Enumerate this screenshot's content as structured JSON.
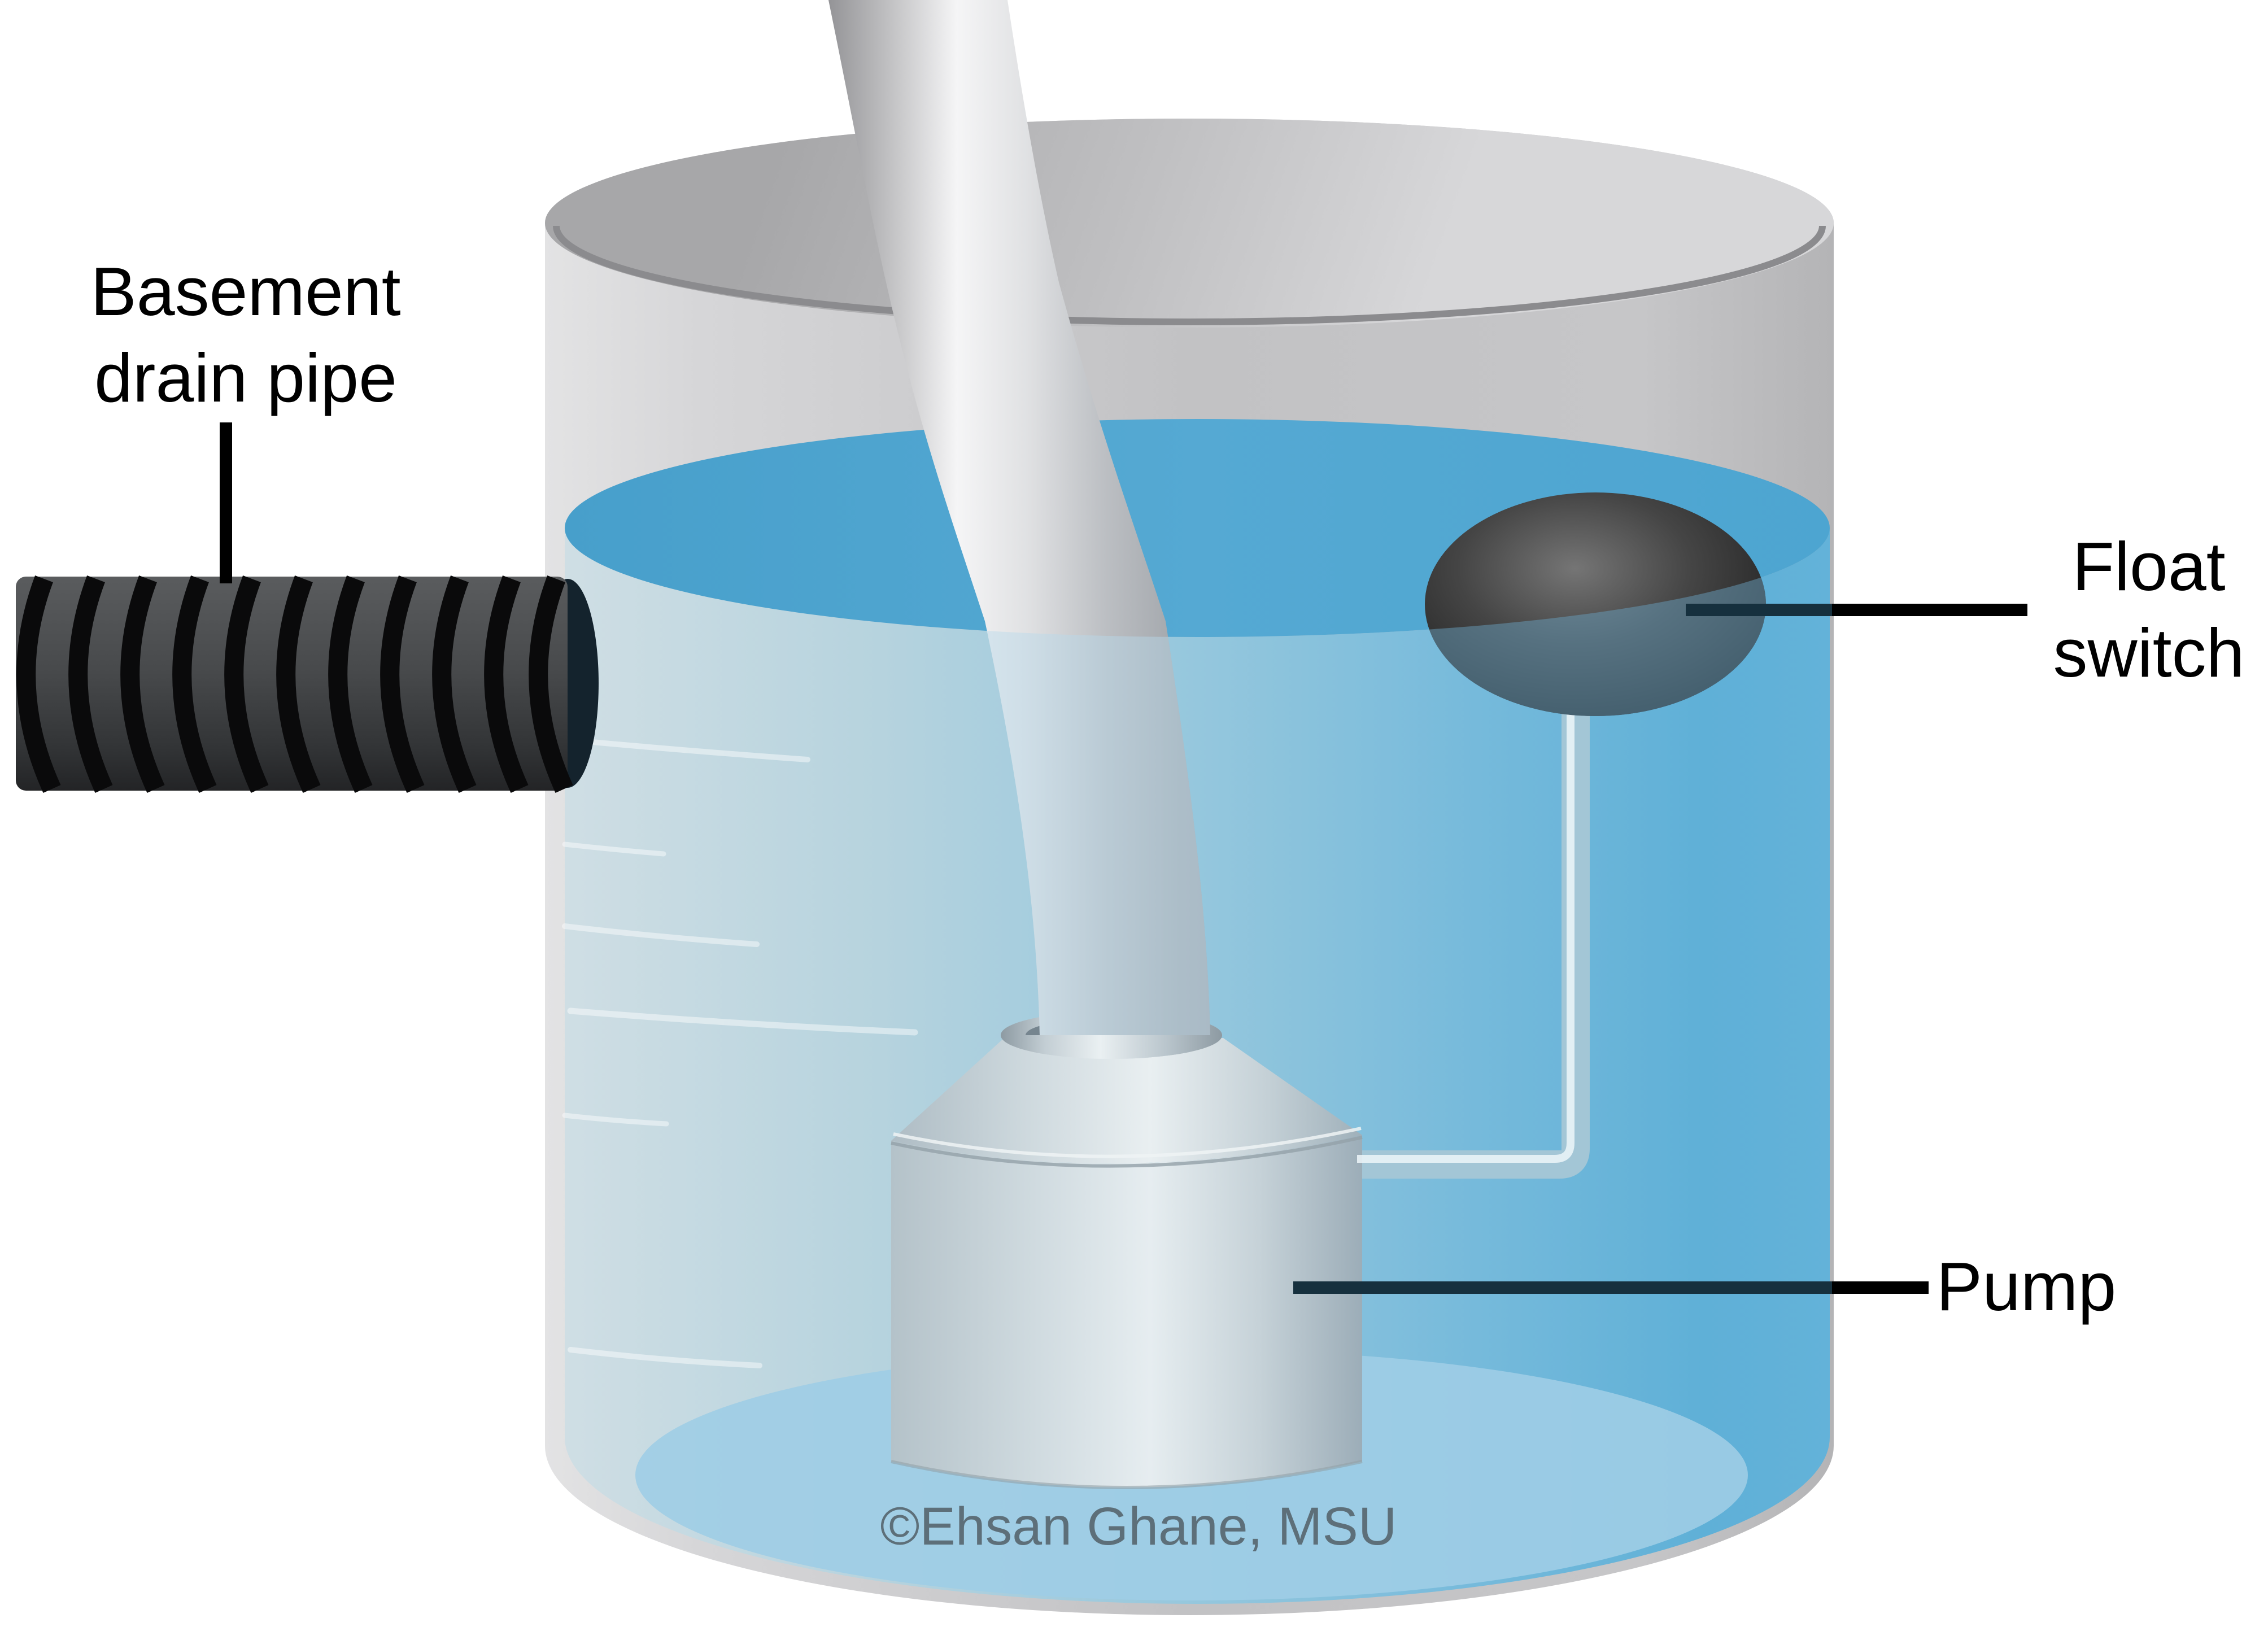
{
  "diagram": {
    "type": "sump-pump-system-illustration",
    "labels": {
      "drain_pipe": {
        "line1": "Basement",
        "line2": "drain pipe"
      },
      "float_switch": {
        "line1": "Float",
        "line2": "switch"
      },
      "pump": {
        "text": "Pump"
      }
    },
    "watermark": {
      "text": "©Ehsan Ghane, MSU"
    },
    "colors": {
      "background": "#ffffff",
      "water_surface": "#55a9d3",
      "water_body_left": "#cfdee4",
      "water_body_right": "#5fb0d7",
      "basin_gray": "#c2c2c4",
      "rim_line": "#8b8b8e",
      "drain_pipe_body": "#47494b",
      "drain_pipe_rib": "#0a0a0b",
      "discharge_pipe_silver": "#f5f5f6",
      "pump_silver": "#e6edf0",
      "float_black": "#131313",
      "float_rod": "#a3c6d6",
      "label_text": "#000000",
      "watermark_text": "#5d6f79",
      "leader_line": "#000000",
      "leader_line_underwater": "#16303e"
    }
  }
}
